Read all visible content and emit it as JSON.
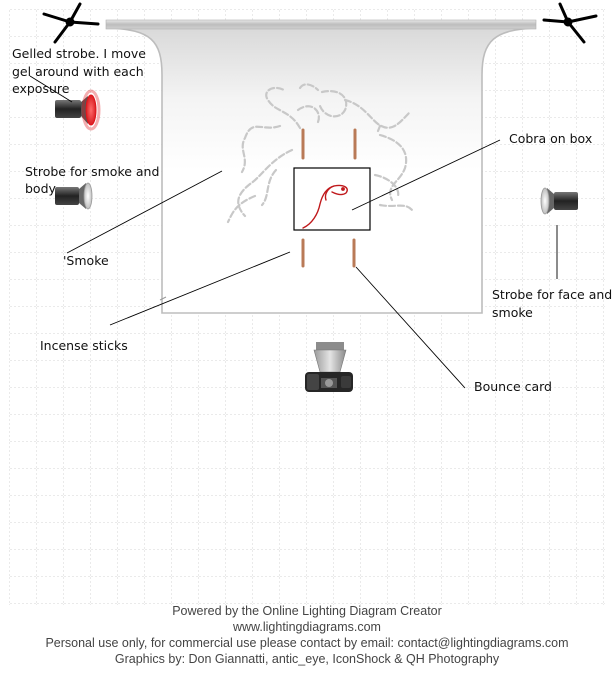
{
  "labels": {
    "gelled_strobe_1": "Gelled strobe.  I move",
    "gelled_strobe_2": "gel around with each",
    "gelled_strobe_3": "exposure",
    "smoke_body_1": "Strobe for smoke and",
    "smoke_body_2": "body",
    "smoke": "'Smoke",
    "incense": "Incense sticks",
    "cobra": "Cobra on box",
    "face_smoke_1": "Strobe for face and",
    "face_smoke_2": "smoke",
    "bounce": "Bounce card"
  },
  "footer": {
    "title": "Powered by the Online Lighting Diagram Creator",
    "site": "www.lightingdiagrams.com",
    "license": "Personal use only, for commercial use please contact by email: contact@lightingdiagrams.com",
    "credits": "Graphics by: Don Giannatti, antic_eye, IconShock & QH Photography"
  },
  "colors": {
    "gel": "#e0151b",
    "cobra": "#c0191c",
    "incense": "#b97a57",
    "grid": "#cfcfcf"
  }
}
